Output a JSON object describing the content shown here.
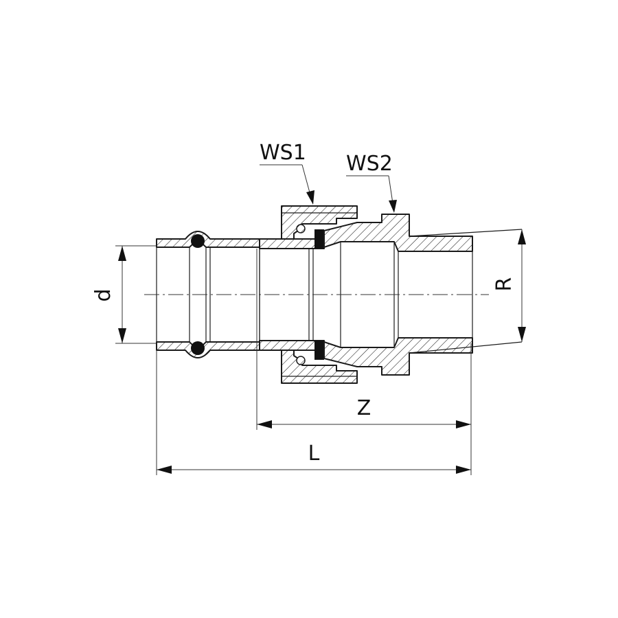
{
  "labels": {
    "ws1": "WS1",
    "ws2": "WS2",
    "d": "d",
    "r": "R",
    "z": "Z",
    "l": "L"
  },
  "colors": {
    "line": "#1a1a1a",
    "background": "#ffffff"
  }
}
